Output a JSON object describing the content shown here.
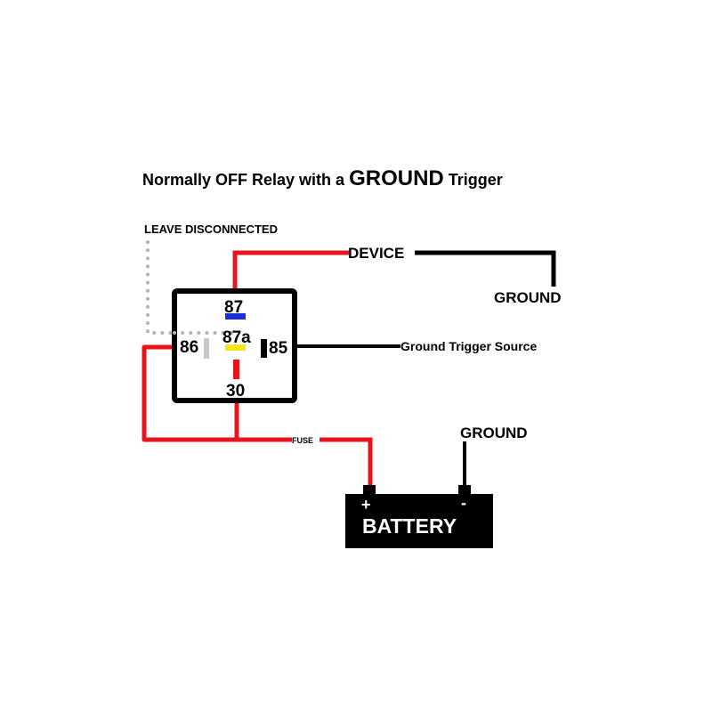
{
  "title": {
    "prefix": "Normally OFF Relay with a ",
    "emphasis": "GROUND",
    "suffix": " Trigger"
  },
  "labels": {
    "leave_disconnected": "LEAVE DISCONNECTED",
    "device": "DEVICE",
    "device_ground": "GROUND",
    "ground_trigger_source": "Ground Trigger Source",
    "fuse": "FUSE",
    "battery_ground": "GROUND"
  },
  "relay": {
    "pins": {
      "p87": "87",
      "p87a": "87a",
      "p86": "86",
      "p85": "85",
      "p30": "30"
    },
    "pin_colors": {
      "p87": "#1a2fd6",
      "p87a": "#f5e61a",
      "p86": "#c8c8c8",
      "p85": "#000000",
      "p30": "#e8141b"
    }
  },
  "battery": {
    "label": "BATTERY",
    "positive": "+",
    "negative": "-"
  },
  "colors": {
    "wire_power": "#e8141b",
    "wire_ground": "#000000",
    "wire_unused": "#b4b4b4",
    "background": "#ffffff"
  }
}
